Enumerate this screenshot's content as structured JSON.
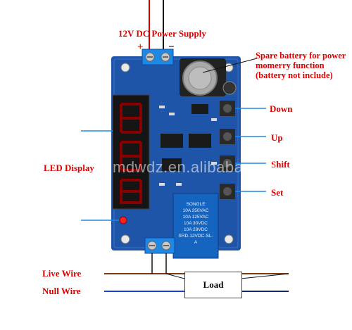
{
  "title": "12V DC Power Supply",
  "polarity": {
    "plus": "+",
    "minus": "−"
  },
  "labels": {
    "down": "Down",
    "up": "Up",
    "shift": "Shift",
    "set": "Set",
    "led_display": "LED Display",
    "live_wire": "Live Wire",
    "null_wire": "Null Wire",
    "load": "Load"
  },
  "battery_note": [
    "Spare battery for power",
    "momerry function",
    "(battery not include)"
  ],
  "relay_text": [
    "SONGLE",
    "10A 250VAC",
    "10A 125VAC",
    "10A 30VDC",
    "10A 28VDC",
    "SRD-12VDC-SL-A"
  ],
  "watermark": "mdwdz.en.alibaba.com",
  "colors": {
    "pcb": "#1f55a8",
    "label_red": "#e00000",
    "live_wire": "#7a3d10",
    "null_wire": "#1a3fd0",
    "terminal": "#1e88e5",
    "relay": "#1565c0"
  }
}
